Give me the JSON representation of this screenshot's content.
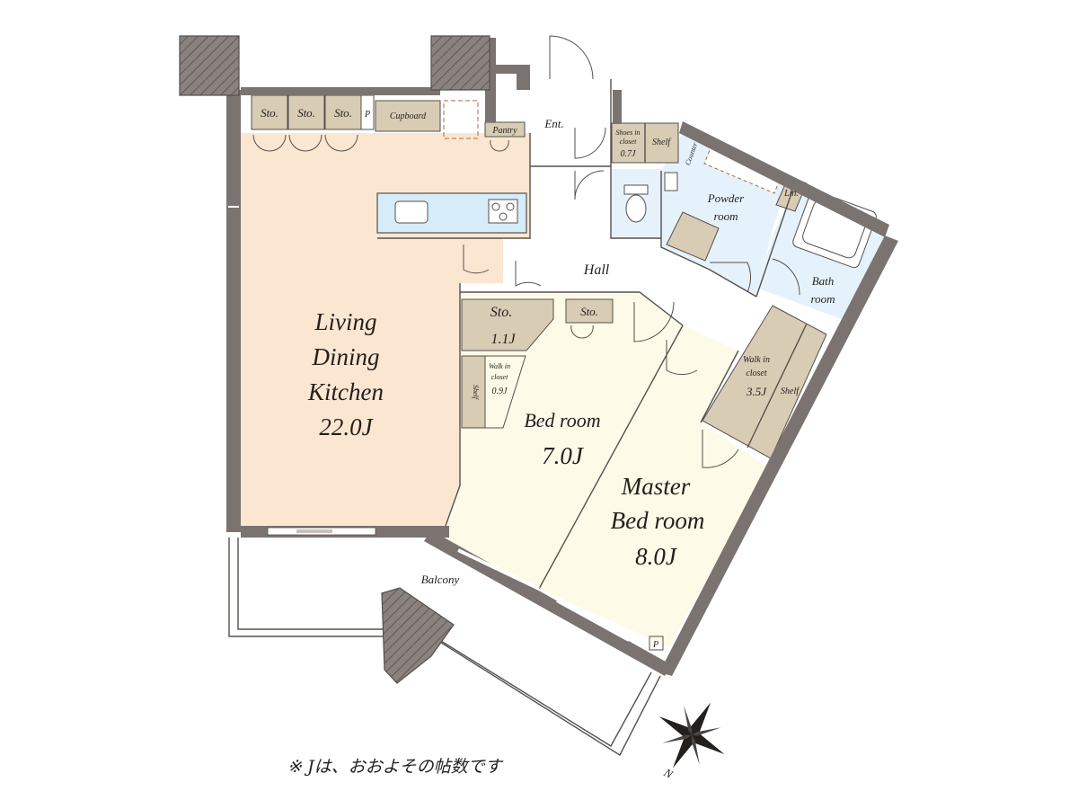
{
  "rooms": {
    "ldk": {
      "line1": "Living",
      "line2": "Dining",
      "line3": "Kitchen",
      "size": "22.0J"
    },
    "bedroom": {
      "line1": "Bed room",
      "size": "7.0J"
    },
    "master": {
      "line1": "Master",
      "line2": "Bed room",
      "size": "8.0J"
    },
    "hall": "Hall",
    "entrance": "Ent.",
    "powder": {
      "line1": "Powder",
      "line2": "room"
    },
    "bath": {
      "line1": "Bath",
      "line2": "room"
    },
    "balcony": "Balcony",
    "storage1": "Sto.",
    "storage2": "Sto.",
    "storage3": "Sto.",
    "cupboard": "Cupboard",
    "pantry": "Pantry",
    "p_small": "P",
    "p_small2": "P",
    "sto_hall": {
      "line1": "Sto.",
      "size": "1.1J"
    },
    "sto_bed": "Sto.",
    "wic_small": {
      "line1": "Walk in",
      "line2": "closet",
      "size": "0.9J",
      "shelf": "Shelf"
    },
    "wic_large": {
      "line1": "Walk in",
      "line2": "closet",
      "size": "3.5J",
      "shelf": "Shelf"
    },
    "shoes": {
      "line1": "Shoes in",
      "line2": "closet",
      "size": "0.7J",
      "shelf": "Shelf"
    },
    "counter": "Counter",
    "linen": "Lin."
  },
  "compass": {
    "north": "N"
  },
  "footnote": "※ Jは、おおよその帖数です",
  "colors": {
    "ldk": "#fbe6d2",
    "bedroom": "#fdfae8",
    "wet": "#e6f2fb",
    "storage": "#d8ccb4",
    "kitchen": "#d6ecf8",
    "wall": "#7b7370"
  }
}
